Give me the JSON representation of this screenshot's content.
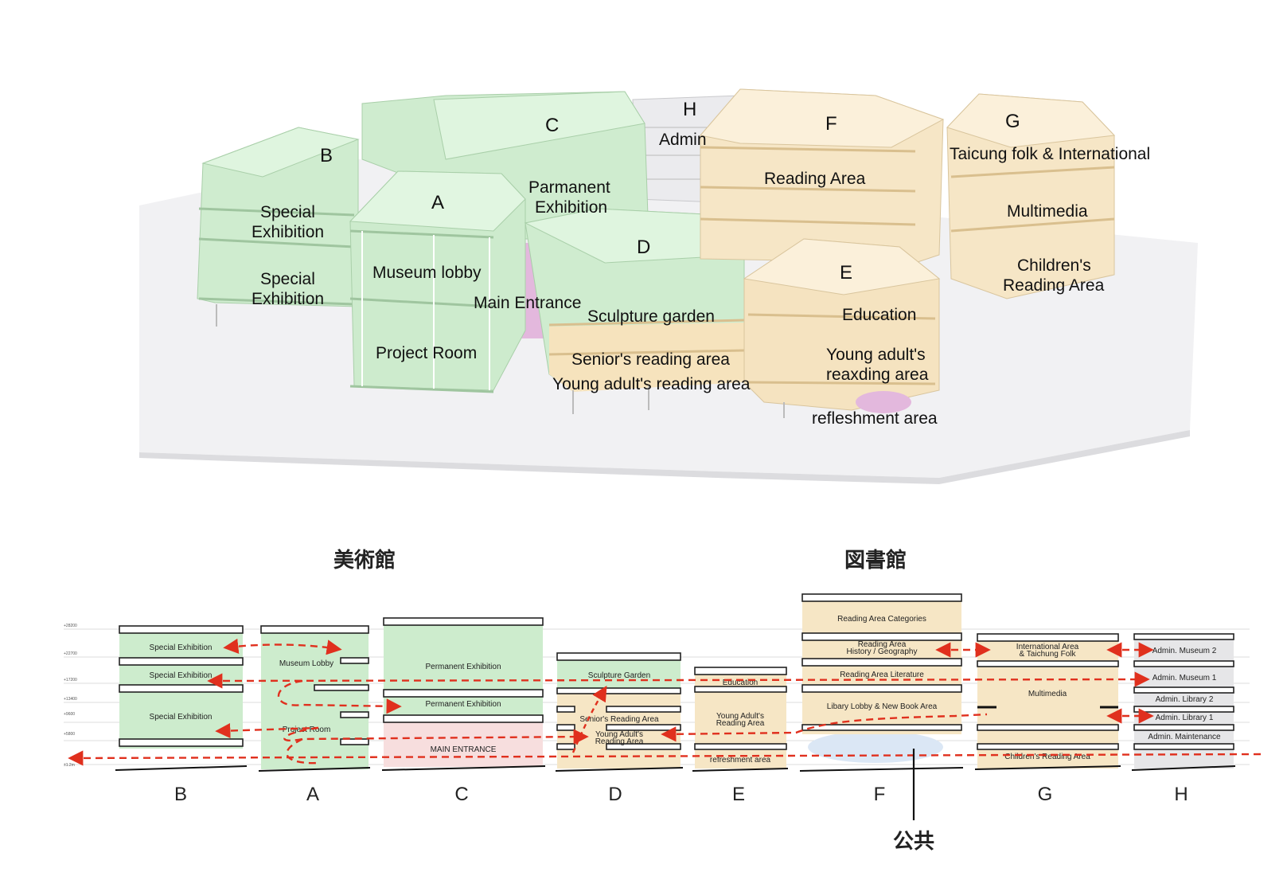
{
  "model": {
    "block_letters": {
      "A": "A",
      "B": "B",
      "C": "C",
      "D": "D",
      "E": "E",
      "F": "F",
      "G": "G",
      "H": "H"
    },
    "labels": {
      "h_admin": "Admin",
      "b_special_1a": "Special",
      "b_special_1b": "Exhibition",
      "b_special_2a": "Special",
      "b_special_2b": "Exhibition",
      "a_lobby": "Museum lobby",
      "a_project": "Project Room",
      "c_perm_a": "Parmanent",
      "c_perm_b": "Exhibition",
      "main_entrance": "Main Entrance",
      "d_sculpture": "Sculpture garden",
      "d_senior": "Senior's reading area",
      "d_young": "Young adult's reading area",
      "f_reading": "Reading Area",
      "g_taicung": "Taicung folk & International",
      "g_multimedia": "Multimedia",
      "g_children_a": "Children's",
      "g_children_b": "Reading Area",
      "e_education": "Education",
      "e_young_a": "Young adult's",
      "e_young_b": "reaxding area",
      "e_refresh": "refleshment area"
    }
  },
  "section": {
    "museum_title": "美術館",
    "library_title": "図書館",
    "public_label": "公共",
    "levels": [
      "+28200",
      "+22700",
      "+17200",
      "+13400",
      "+9600",
      "+5800",
      "±1.2m"
    ],
    "columns": [
      "B",
      "A",
      "C",
      "D",
      "E",
      "F",
      "G",
      "H"
    ],
    "spaces": {
      "b1": "Special Exhibition",
      "b2": "Special Exhibition",
      "b3": "Special Exhibition",
      "a1": "Museum Lobby",
      "a2": "Project Room",
      "c1": "Permanent Exhibition",
      "c2": "Permanent Exhibition",
      "c3": "MAIN ENTRANCE",
      "d1": "Sculpture Garden",
      "d2": "Senior's Reading Area",
      "d3a": "Young Adult's",
      "d3b": "Reading Area",
      "e1": "Education",
      "e2a": "Young Adult's",
      "e2b": "Reading Area",
      "e3": "refreshment area",
      "f1": "Reading Area Categories",
      "f2a": "Reading Area",
      "f2b": "History / Geography",
      "f3": "Reading Area Literature",
      "f4": "Libary Lobby & New Book Area",
      "g1a": "International Area",
      "g1b": "& Taichung Folk",
      "g2": "Multimedia",
      "g3": "Children's Reading Area",
      "h1": "Admin. Museum 2",
      "h2": "Admin. Museum 1",
      "h3": "Admin. Library 2",
      "h4": "Admin. Library 1",
      "h5": "Admin. Maintenance"
    }
  },
  "colors": {
    "museum_green": "#cdeccd",
    "library_beige": "#f6e6c5",
    "admin_gray": "#e6e6e8",
    "entrance_pink": "#f7dede",
    "circulation_red": "#e0301e",
    "plaza_blue": "#dbe7f5"
  }
}
